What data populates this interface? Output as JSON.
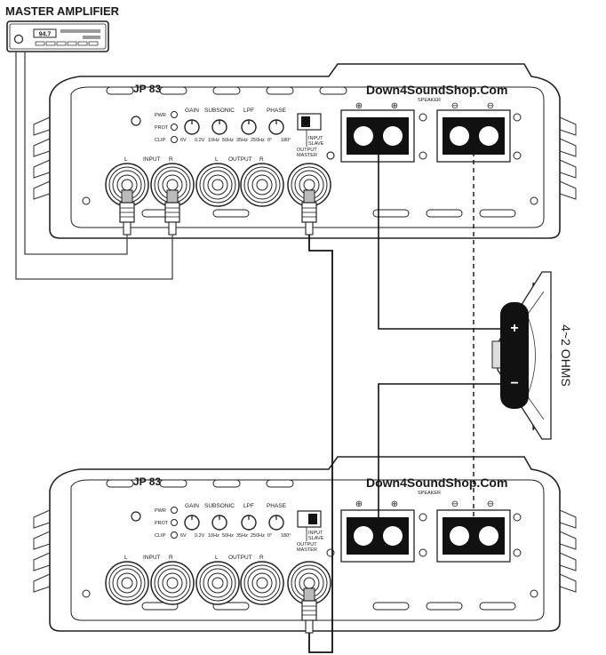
{
  "title": "MASTER AMPLIFIER",
  "head_unit": {
    "display": "94.7"
  },
  "amps": [
    {
      "model": "JP 83",
      "brand": "Down4SoundShop.Com",
      "indicators": [
        "PWR",
        "PROT",
        "CLIP"
      ],
      "knobs": [
        {
          "label": "GAIN",
          "min": "6V",
          "max": "0.2V"
        },
        {
          "label": "SUBSONIC",
          "min": "10Hz",
          "max": "50Hz"
        },
        {
          "label": "LPF",
          "min": "35Hz",
          "max": "250Hz"
        },
        {
          "label": "PHASE",
          "min": "0°",
          "max": "180°"
        }
      ],
      "switch": {
        "top": "INPUT",
        "top2": "SLAVE",
        "bottom": "OUTPUT",
        "bottom2": "MASTER"
      },
      "input_labels": {
        "l": "L",
        "group": "INPUT",
        "r": "R"
      },
      "output_labels": {
        "l": "L",
        "group": "OUTPUT",
        "r": "R"
      },
      "speaker_label": "SPEAKER",
      "plus": "⊕",
      "minus": "⊖"
    },
    {
      "model": "JP 83",
      "brand": "Down4SoundShop.Com",
      "indicators": [
        "PWR",
        "PROT",
        "CLIP"
      ],
      "knobs": [
        {
          "label": "GAIN",
          "min": "6V",
          "max": "0.2V"
        },
        {
          "label": "SUBSONIC",
          "min": "10Hz",
          "max": "50Hz"
        },
        {
          "label": "LPF",
          "min": "35Hz",
          "max": "250Hz"
        },
        {
          "label": "PHASE",
          "min": "0°",
          "max": "180°"
        }
      ],
      "switch": {
        "top": "INPUT",
        "top2": "SLAVE",
        "bottom": "OUTPUT",
        "bottom2": "MASTER"
      },
      "input_labels": {
        "l": "L",
        "group": "INPUT",
        "r": "R"
      },
      "output_labels": {
        "l": "L",
        "group": "OUTPUT",
        "r": "R"
      },
      "speaker_label": "SPEAKER",
      "plus": "⊕",
      "minus": "⊖"
    }
  ],
  "speaker": {
    "plus": "+",
    "minus": "−",
    "impedance": "4~2 OHMS"
  }
}
